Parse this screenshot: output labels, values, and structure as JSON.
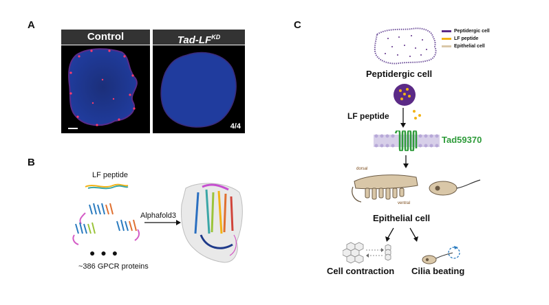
{
  "panel_a": {
    "letter": "A",
    "control_label": "Control",
    "kd_label": "Tad-LF",
    "kd_superscript": "KD",
    "ratio": "4/4"
  },
  "panel_b": {
    "letter": "B",
    "peptide_label": "LF peptide",
    "tool_label": "Alphafold3",
    "ellipsis": "● ● ●",
    "gpcr_label": "~386 GPCR proteins"
  },
  "panel_c": {
    "letter": "C",
    "legend": [
      {
        "label": "Peptidergic cell",
        "color": "#5b2a86"
      },
      {
        "label": "LF peptide",
        "color": "#f2b316"
      },
      {
        "label": "Epithelial cell",
        "color": "#d9c7a8"
      }
    ],
    "peptidergic_label": "Peptidergic cell",
    "lf_peptide_label": "LF peptide",
    "receptor_label": "Tad59370",
    "dorsal_label": "dorsal",
    "ventral_label": "ventral",
    "epithelial_label": "Epithelial cell",
    "contraction_label": "Cell contraction",
    "cilia_label": "Cilia beating"
  },
  "colors": {
    "receptor_green": "#2e9b3a",
    "peptide_orange": "#f2b316",
    "peptidergic_purple": "#5b2a86",
    "membrane_lilac": "#b7a8d8",
    "epithelial_tan": "#d9c7a8",
    "nucleus_blue": "#1f3a8a"
  }
}
